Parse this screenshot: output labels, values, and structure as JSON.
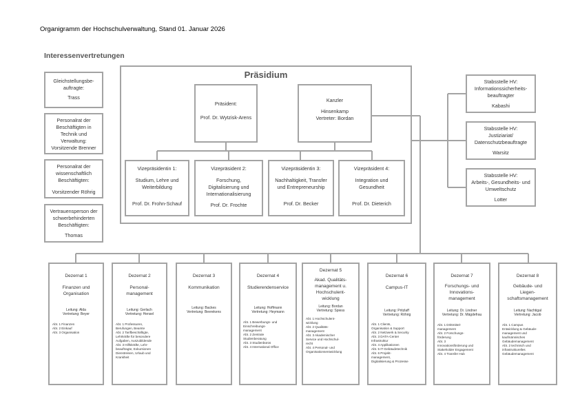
{
  "header": {
    "page_title": "Organigramm der Hochschulverwaltung, Stand 01. Januar 2026",
    "section_title": "Interessenvertretungen"
  },
  "left_boxes": [
    {
      "title": "Gleichstellungsbe-\nauftragte:",
      "person": "Trass"
    },
    {
      "title": "Personalrat der\nBeschäftigten in\nTechnik und\nVerwaltung:\nVorsitzende Brenner",
      "person": ""
    },
    {
      "title": "Personalrat der\nwissenschaftlich\nBeschäftigten:",
      "person": "Vorsitzender Röhrig"
    },
    {
      "title": "Vertrauensperson der\nschwerbehinderten\nBeschäftigten:",
      "person": "Thomas"
    }
  ],
  "praesidium": {
    "title": "Präsidium",
    "president": {
      "title": "Präsident:",
      "person": "Prof. Dr. Wytzisk-Arens"
    },
    "kanzler": {
      "title": "Kanzler",
      "person": "Hinsenkamp\nVertreter: Bordan"
    },
    "vps": [
      {
        "title": "Vizepräsidentin 1:",
        "area": "Studium, Lehre und\nWeiterbildung",
        "person": "Prof. Dr. Frohn-Schauf"
      },
      {
        "title": "Vizepräsident 2:",
        "area": "Forschung,\nDigitalisierung und\nInternationalisierung",
        "person": "Prof. Dr. Frochte"
      },
      {
        "title": "Vizepräsidentin 3:",
        "area": "Nachhaltigkeit, Transfer\nund Entrepreneurship",
        "person": "Prof. Dr. Becker"
      },
      {
        "title": "Vizepräsident 4:",
        "area": "Integration und\nGesundheit",
        "person": "Prof. Dr. Dieterich"
      }
    ]
  },
  "staff_units": [
    {
      "title": "Stabsstelle HV:\nInformationssicherheits-\nbeauftragter",
      "person": "Kabashi"
    },
    {
      "title": "Stabsstelle HV:\nJustiziariat/\nDatenschutzbeauftragte",
      "person": "Warsitz"
    },
    {
      "title": "Stabsstelle HV:\nArbeits-, Gesundheits- und\nUmweltschutz",
      "person": "Lotter"
    }
  ],
  "dezernate": [
    {
      "title": "Dezernat 1",
      "name": "Finanzen und\nOrganisation",
      "lead": "Leitung: Alda\nVertretung: Beyer",
      "list": "Abt. 1 Finanzen\nAbt. 2 Einkauf\nAbt. 3 Organisation"
    },
    {
      "title": "Dezernat 2",
      "name": "Personal-\nmanagement",
      "lead": "Leitung: Gerlach\nVertretung: Hensel",
      "list": "Abt. 1 Professuren,\nBerufungen, Beamte\nAbt. 2 Tarifbeschäftigte,\nLehrkräfte für besondere\nAufgaben, Auszubildende\nAbt. 3 Hilfskräfte, Lehr-\nbeauftragte, Exkursionen\nDienstreisen, Urlaub und\nKrankheit"
    },
    {
      "title": "Dezernat 3",
      "name": "Kommunikation",
      "lead": "Leitung: Backes\nVertretung: Beerekens",
      "list": ""
    },
    {
      "title": "Dezernat 4",
      "name": "Studierendenservice",
      "lead": "Leitung: Hoffmann\nVertretung: Heymann",
      "list": "Abt. 1 Bewerbungs- und\nEinschreibungs-\nmanagement\nAbt. 2 Zentrale\nStudienberatung\nAbt. 3 Studienbüros\nAbt. 4 International Office"
    },
    {
      "title": "Dezernat 5",
      "name": "Akad. Qualitäts-\nmanagement u.\nHochschulent-\nwicklung",
      "lead": "Leitung: Bordan\nVertretung: Spiess",
      "list": "Abt. 1 Hochschulent-\nwicklung\nAbt. 2 Qualitäts-\nmanagement\nAbt. 3 Akademischer\nService und Hochschul-\nrecht\nAbt. 4 Personal- und\nOrganisationsentwicklung"
    },
    {
      "title": "Dezernat 6",
      "name": "Campus-IT",
      "lead": "Leitung: Pritzlaff\nVertretung: Röhrig",
      "list": "Abt. 1 Clients,\nOrganisation & Support\nAbt. 2 Netzwerk & Security\nAbt. 3 DATA-Center\nInfrastruktur\nAbt. 4 Applikationen\nAbt. 5 IT-Gebäudetechnik\nAbt. 6 Projekt-\nmanagement,\nDigitalisierung & Prozesse"
    },
    {
      "title": "Dezernat 7",
      "name": "Forschungs- und\nInnovations-\nmanagement",
      "lead": "Leitung: Dr. Lindner\nVertretung: Dr. Mägdefrau",
      "list": "Abt. 1 Drittmittel-\nmanagement\nAbt. 2 Forschungs-\nförderung\nAbt. 3\nInnovationsförderung und\nStakeholder Engagement\nAbt. 4 Transfer Hub"
    },
    {
      "title": "Dezernat 8",
      "name": "Gebäude- und\nLiegen-\nschaftsmanagement",
      "lead": "Leitung: Nachtigal\nVertretung: Jacob",
      "list": "Abt. 1 Campus\nEntwicklung & Gebäude-\nmanagement und\nkaufmännisches\nGebäudemanagement\nAbt. 2 technisch und\ninfrastrukturelles\nGebäudemanagement"
    }
  ]
}
